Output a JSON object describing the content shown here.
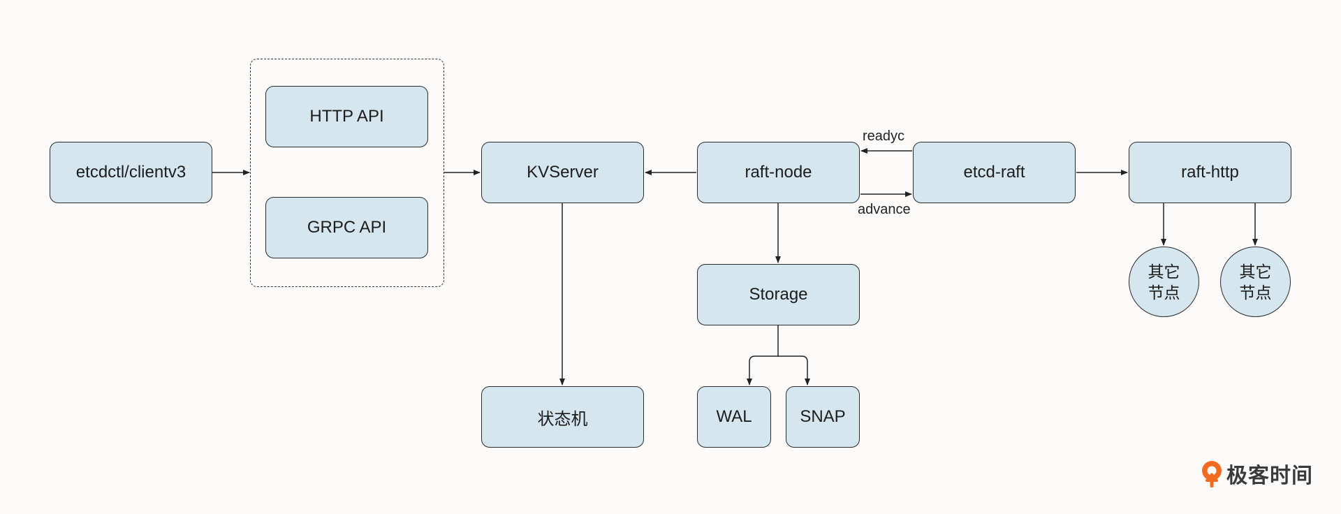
{
  "nodes": {
    "client": "etcdctl/clientv3",
    "http_api": "HTTP API",
    "grpc_api": "GRPC API",
    "kvserver": "KVServer",
    "raft_node": "raft-node",
    "etcd_raft": "etcd-raft",
    "raft_http": "raft-http",
    "storage": "Storage",
    "state_machine": "状态机",
    "wal": "WAL",
    "snap": "SNAP"
  },
  "peers": [
    {
      "line1": "其它",
      "line2": "节点"
    },
    {
      "line1": "其它",
      "line2": "节点"
    }
  ],
  "edge_labels": {
    "readyc": "readyc",
    "advance": "advance"
  },
  "logo": {
    "text": "极客时间",
    "accent_color": "#f26b21"
  },
  "colors": {
    "node_fill": "#d5e6ee",
    "stroke": "#2a2a2a",
    "background": "#fcfbfa"
  }
}
